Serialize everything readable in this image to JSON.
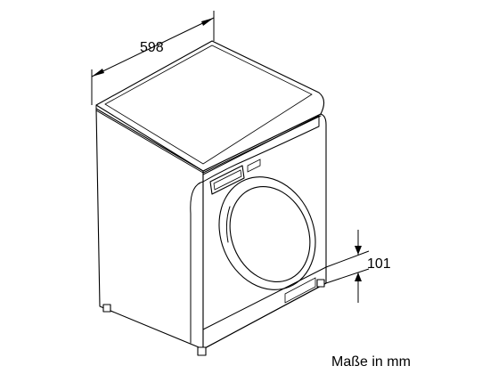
{
  "dimensions": {
    "width_label": "598",
    "toe_kick_label": "101"
  },
  "units_caption": "Maße in mm"
}
